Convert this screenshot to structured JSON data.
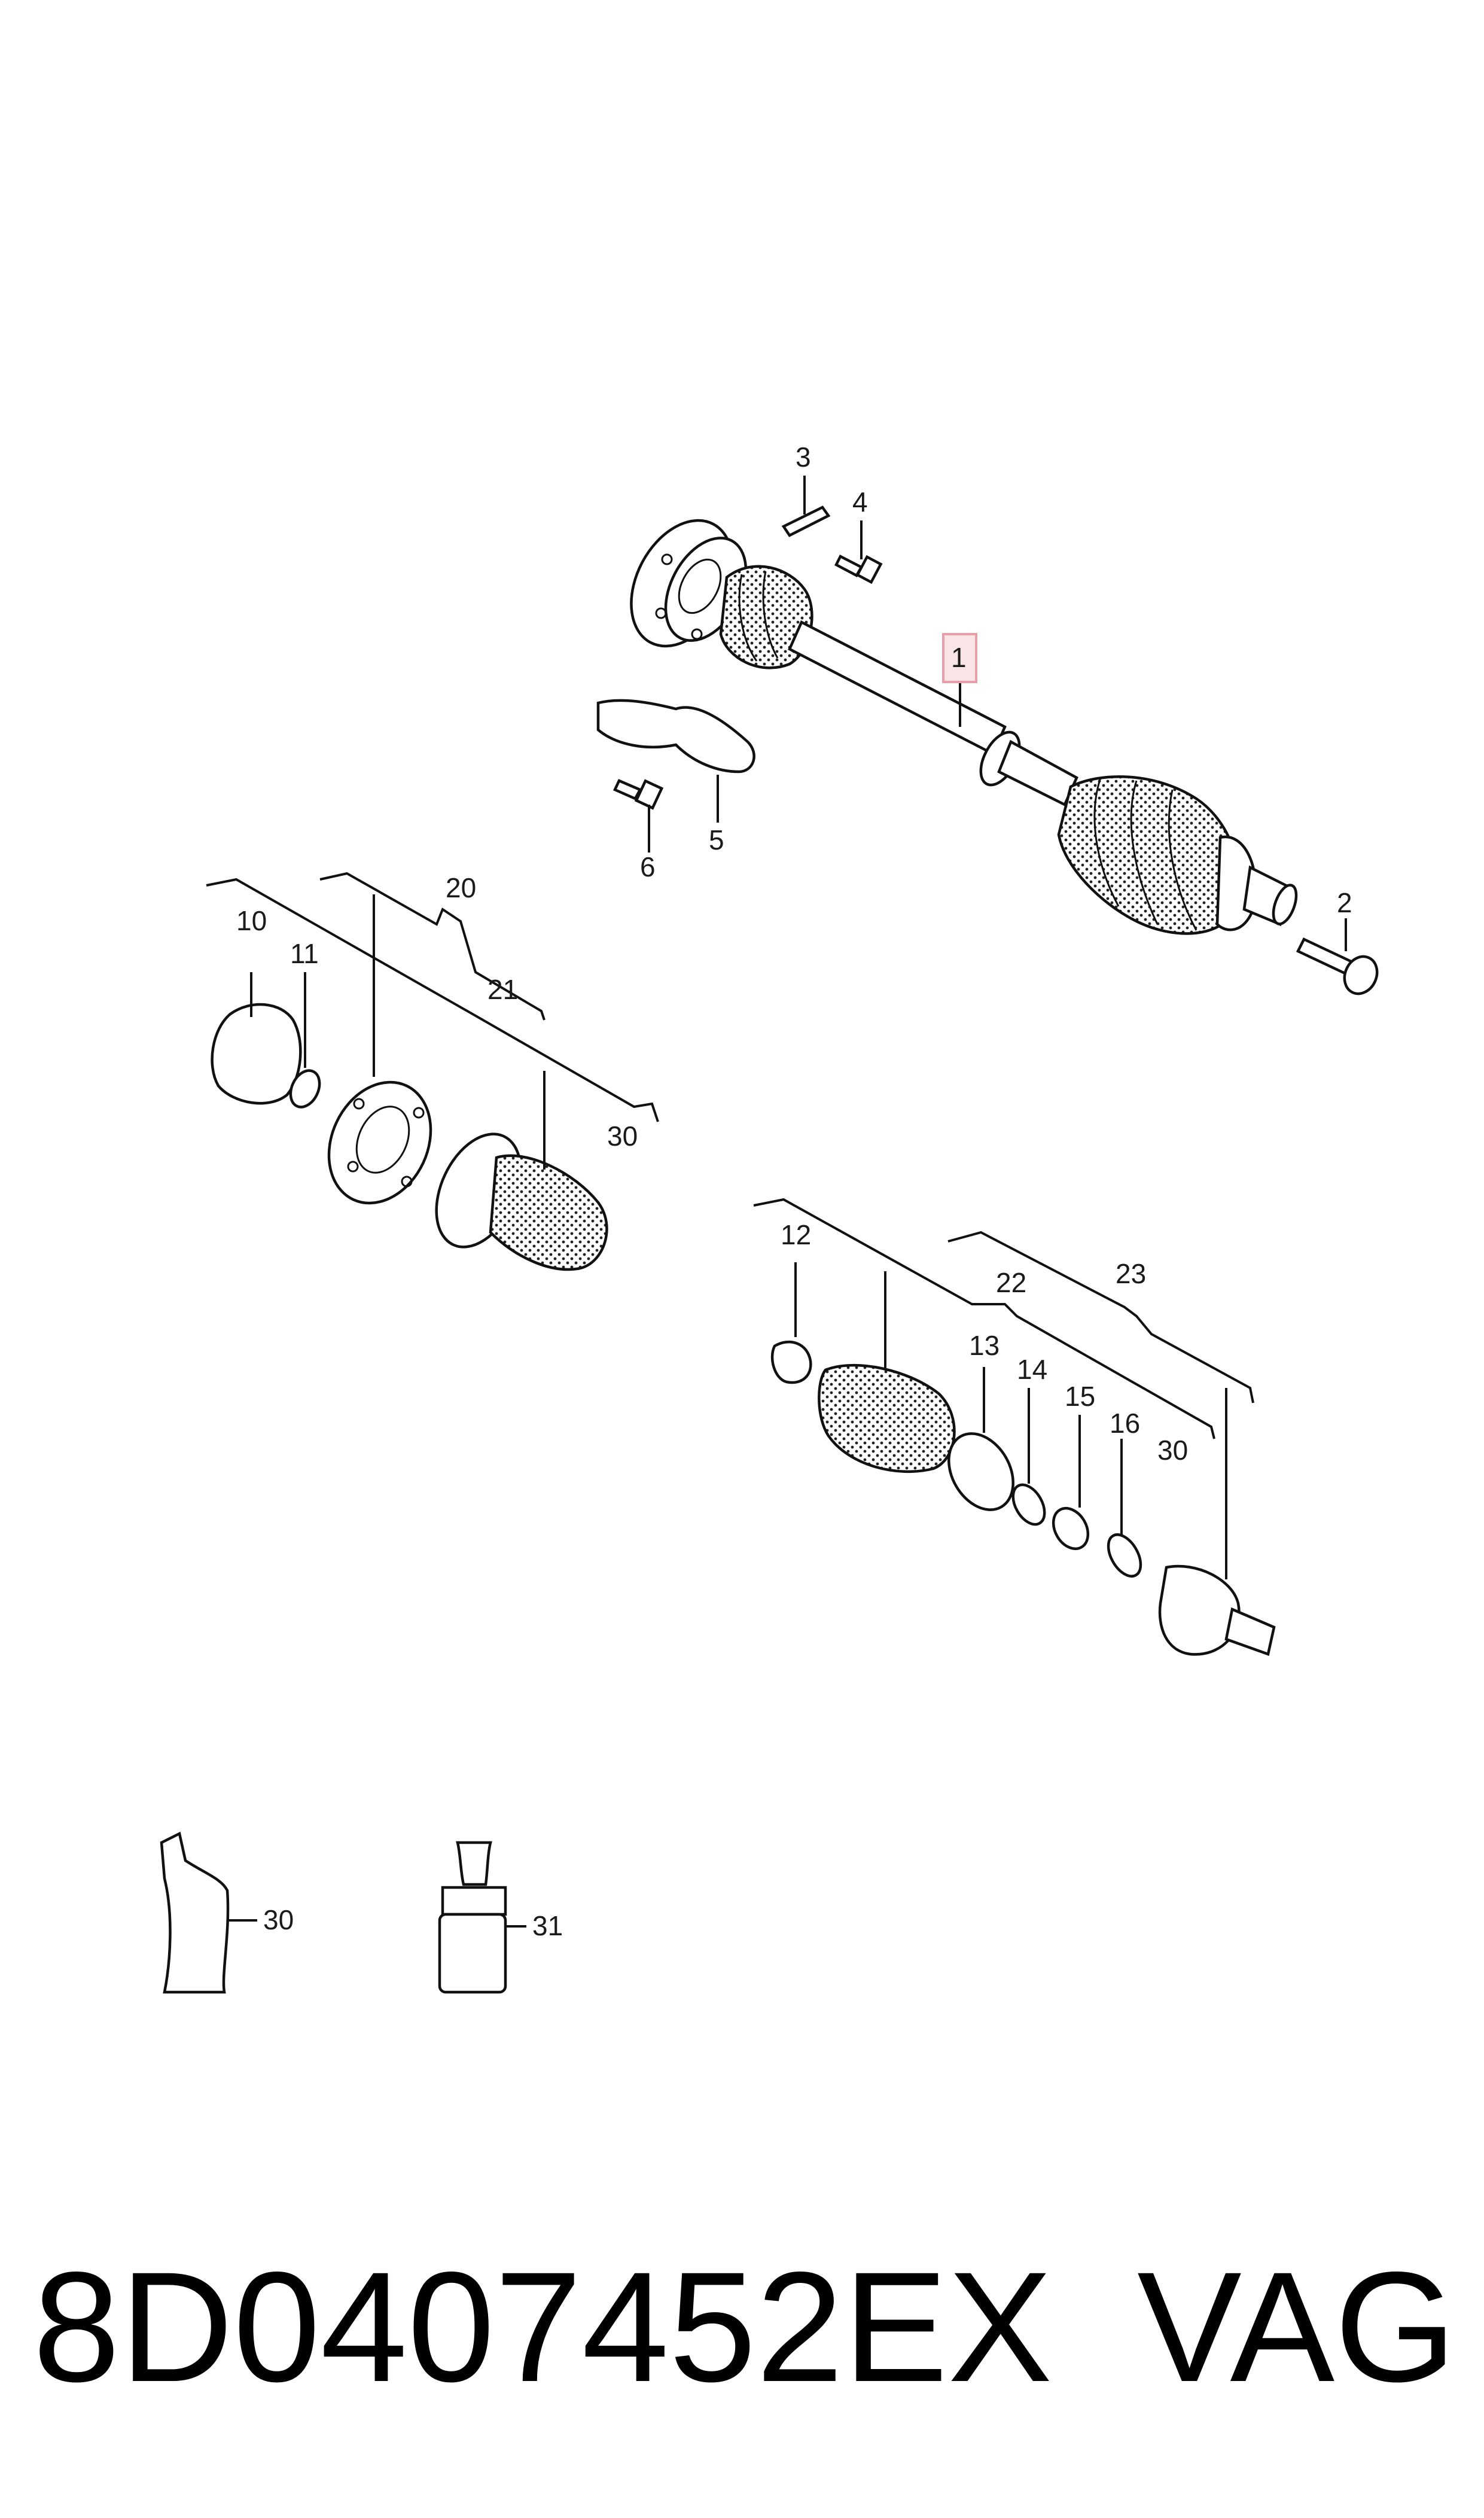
{
  "callouts": {
    "c1": "1",
    "c2": "2",
    "c3": "3",
    "c4": "4",
    "c5": "5",
    "c6": "6",
    "c10": "10",
    "c11": "11",
    "c12": "12",
    "c13": "13",
    "c14": "14",
    "c15": "15",
    "c16": "16",
    "c20": "20",
    "c21": "21",
    "c22": "22",
    "c23": "23",
    "c30a": "30",
    "c30b": "30",
    "c30c": "30",
    "c31": "31"
  },
  "footer": {
    "part_number": "8D0407452EX",
    "brand": "VAG"
  },
  "colors": {
    "highlight_box": "#e8a0a8",
    "highlight_fill": "#fbe4e6",
    "line": "#111111"
  }
}
